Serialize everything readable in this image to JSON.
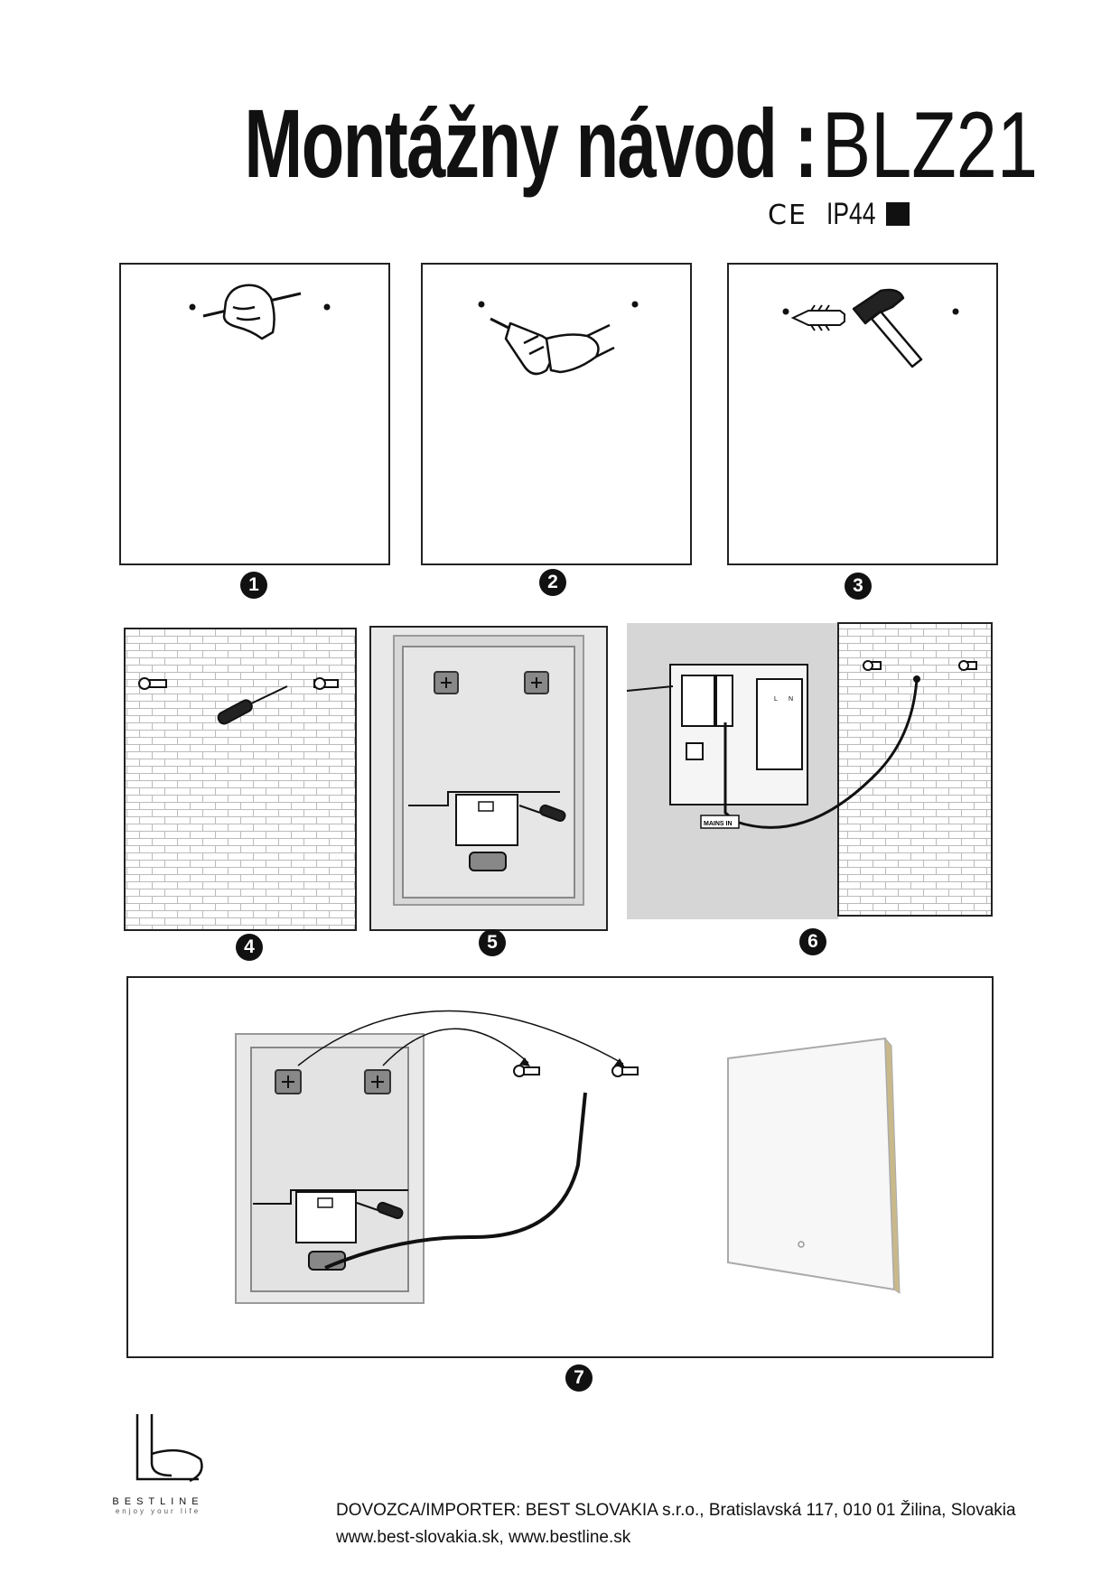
{
  "document": {
    "title_main": "Montážny návod :",
    "title_model": "BLZ21",
    "cert_ce": "CE",
    "cert_ip": "IP44"
  },
  "steps": [
    {
      "number": "1"
    },
    {
      "number": "2"
    },
    {
      "number": "3"
    },
    {
      "number": "4"
    },
    {
      "number": "5"
    },
    {
      "number": "6"
    },
    {
      "number": "7"
    }
  ],
  "diagram_labels": {
    "mains_in": "MAINS IN",
    "terminal_l": "L",
    "terminal_n": "N"
  },
  "brand": {
    "name": "BESTLINE",
    "tagline": "enjoy your life"
  },
  "footer": {
    "importer": "DOVOZCA/IMPORTER: BEST SLOVAKIA s.r.o., Bratislavská 117, 010 01 Žilina, Slovakia",
    "websites": "www.best-slovakia.sk, www.bestline.sk"
  }
}
